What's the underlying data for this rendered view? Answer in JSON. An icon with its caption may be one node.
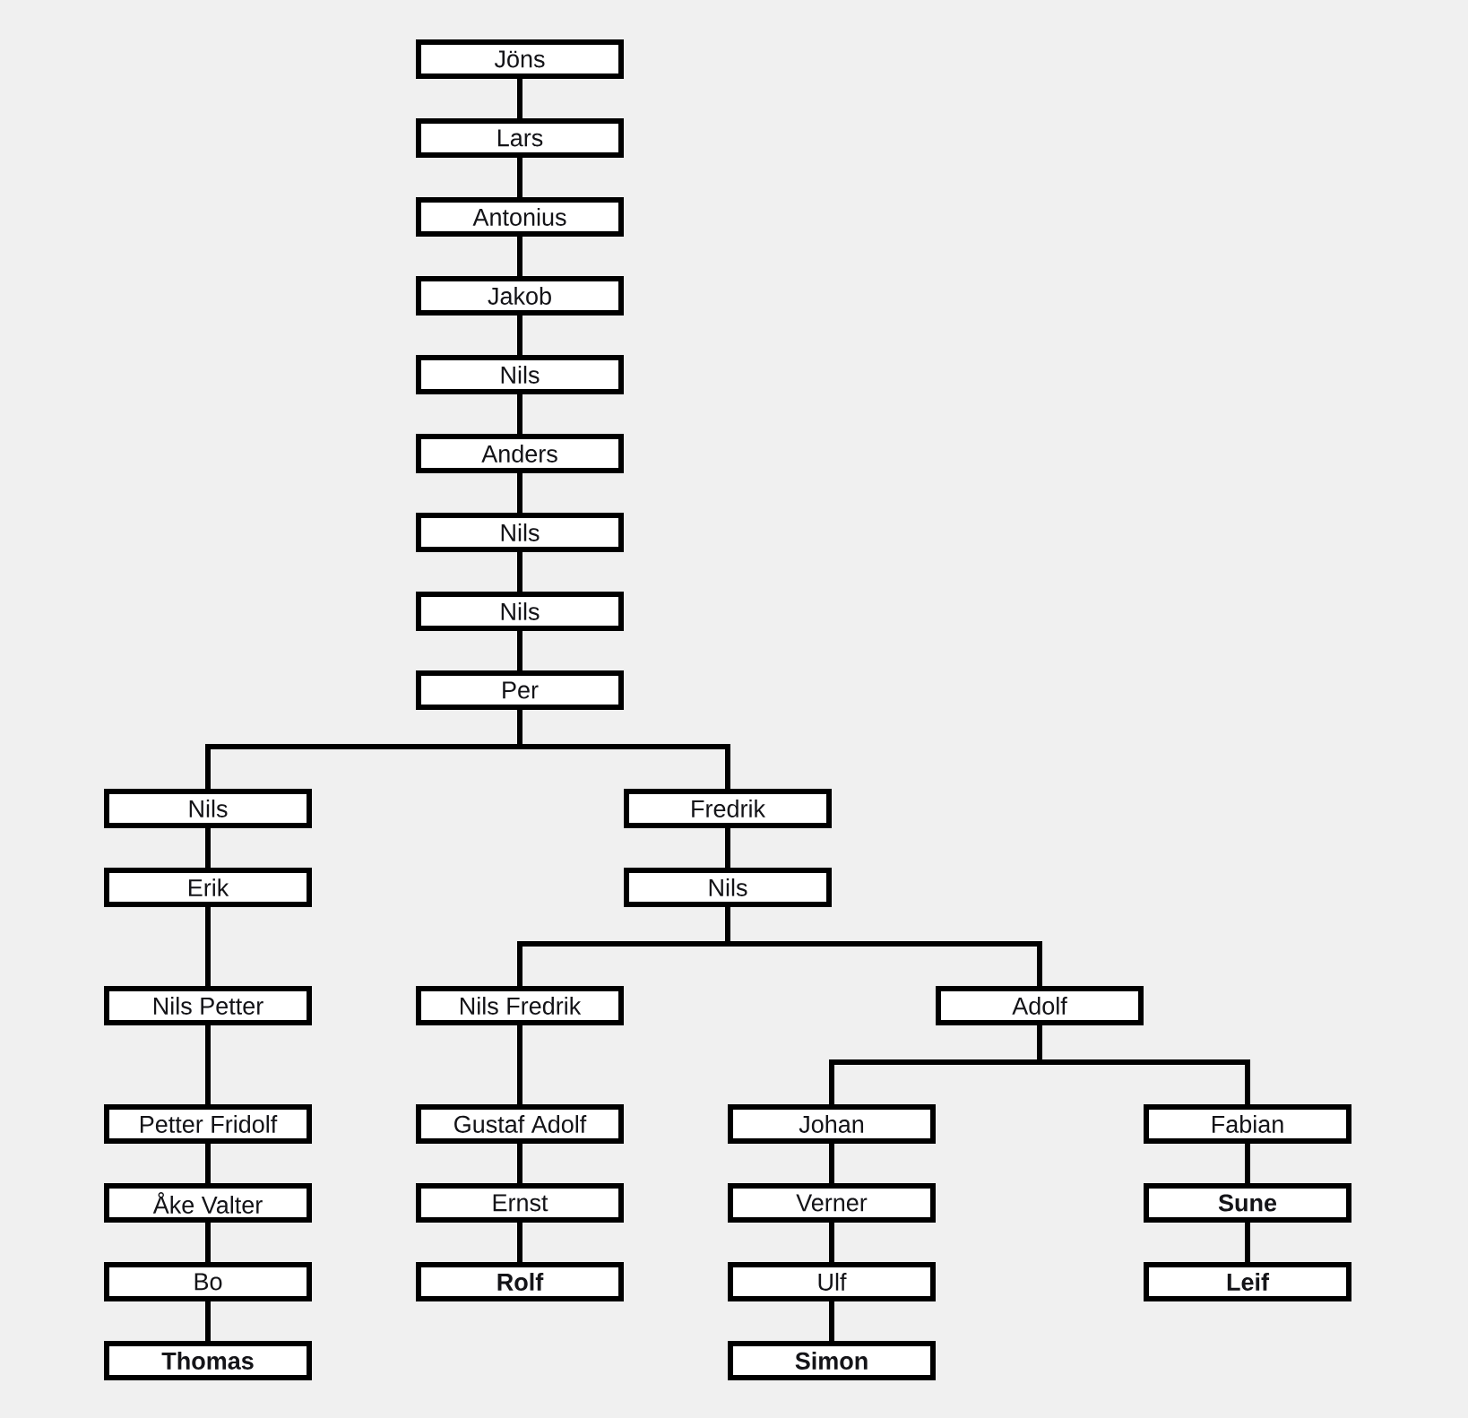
{
  "diagram": {
    "nodes": [
      {
        "text": [
          "Jöns"
        ]
      },
      {
        "text": [
          "Lars"
        ]
      },
      {
        "text": [
          "Antonius"
        ]
      },
      {
        "text": [
          "Jakob"
        ]
      },
      {
        "text": [
          "Nils"
        ]
      },
      {
        "text": [
          "Anders"
        ]
      },
      {
        "text": [
          "Nils"
        ]
      },
      {
        "text": [
          "Nils"
        ]
      },
      {
        "text": [
          "Per"
        ]
      },
      {
        "text": [
          "Nils"
        ]
      },
      {
        "text": [
          "Fredrik"
        ]
      },
      {
        "text": [
          "Erik"
        ]
      },
      {
        "text": [
          "Nils"
        ]
      },
      {
        "text": [
          "Nils Petter"
        ]
      },
      {
        "text": [
          "Nils Fredrik"
        ]
      },
      {
        "text": [
          "Adolf"
        ]
      },
      {
        "text": [
          "Petter Fridolf"
        ]
      },
      {
        "text": [
          "Gustaf Adolf"
        ]
      },
      {
        "text": [
          "Johan"
        ]
      },
      {
        "text": [
          "Fabian"
        ]
      },
      {
        "text": [
          "Åke Valter"
        ]
      },
      {
        "text": [
          "Ernst"
        ]
      },
      {
        "text": [
          "Verner"
        ]
      },
      {
        "text": [
          "Sune"
        ]
      },
      {
        "text": [
          "Bo"
        ]
      },
      {
        "text": [
          "Rolf"
        ]
      },
      {
        "text": [
          "Ulf"
        ]
      },
      {
        "text": [
          "Leif"
        ]
      },
      {
        "text": [
          "Thomas"
        ]
      },
      {
        "text": [
          "Simon"
        ]
      }
    ],
    "edges": [
      {
        "from": 0,
        "to": 1,
        "arrow": "none"
      },
      {
        "from": 1,
        "to": 2,
        "arrow": "none"
      },
      {
        "from": 2,
        "to": 3,
        "arrow": "none"
      },
      {
        "from": 3,
        "to": 4,
        "arrow": "none"
      },
      {
        "from": 4,
        "to": 5,
        "arrow": "none"
      },
      {
        "from": 5,
        "to": 6,
        "arrow": "none"
      },
      {
        "from": 6,
        "to": 7,
        "arrow": "none"
      },
      {
        "from": 7,
        "to": 8,
        "arrow": "none"
      },
      {
        "from": 8,
        "to": 9,
        "arrow": "none"
      },
      {
        "from": 8,
        "to": 10,
        "arrow": "none"
      },
      {
        "from": 9,
        "to": 11,
        "arrow": "none"
      },
      {
        "from": 10,
        "to": 12,
        "arrow": "none"
      },
      {
        "from": 11,
        "to": 13,
        "arrow": "none"
      },
      {
        "from": 12,
        "to": 14,
        "arrow": "none"
      },
      {
        "from": 12,
        "to": 15,
        "arrow": "none"
      },
      {
        "from": 13,
        "to": 16,
        "arrow": "none"
      },
      {
        "from": 14,
        "to": 17,
        "arrow": "none"
      },
      {
        "from": 15,
        "to": 18,
        "arrow": "none"
      },
      {
        "from": 15,
        "to": 19,
        "arrow": "none"
      },
      {
        "from": 16,
        "to": 20,
        "arrow": "none"
      },
      {
        "from": 17,
        "to": 21,
        "arrow": "none"
      },
      {
        "from": 18,
        "to": 22,
        "arrow": "none"
      },
      {
        "from": 19,
        "to": 23,
        "arrow": "none"
      },
      {
        "from": 20,
        "to": 24,
        "arrow": "none"
      },
      {
        "from": 21,
        "to": 25,
        "arrow": "none"
      },
      {
        "from": 22,
        "to": 26,
        "arrow": "none"
      },
      {
        "from": 23,
        "to": 27,
        "arrow": "none"
      },
      {
        "from": 24,
        "to": 28,
        "arrow": "none"
      },
      {
        "from": 26,
        "to": 29,
        "arrow": "none"
      }
    ]
  }
}
